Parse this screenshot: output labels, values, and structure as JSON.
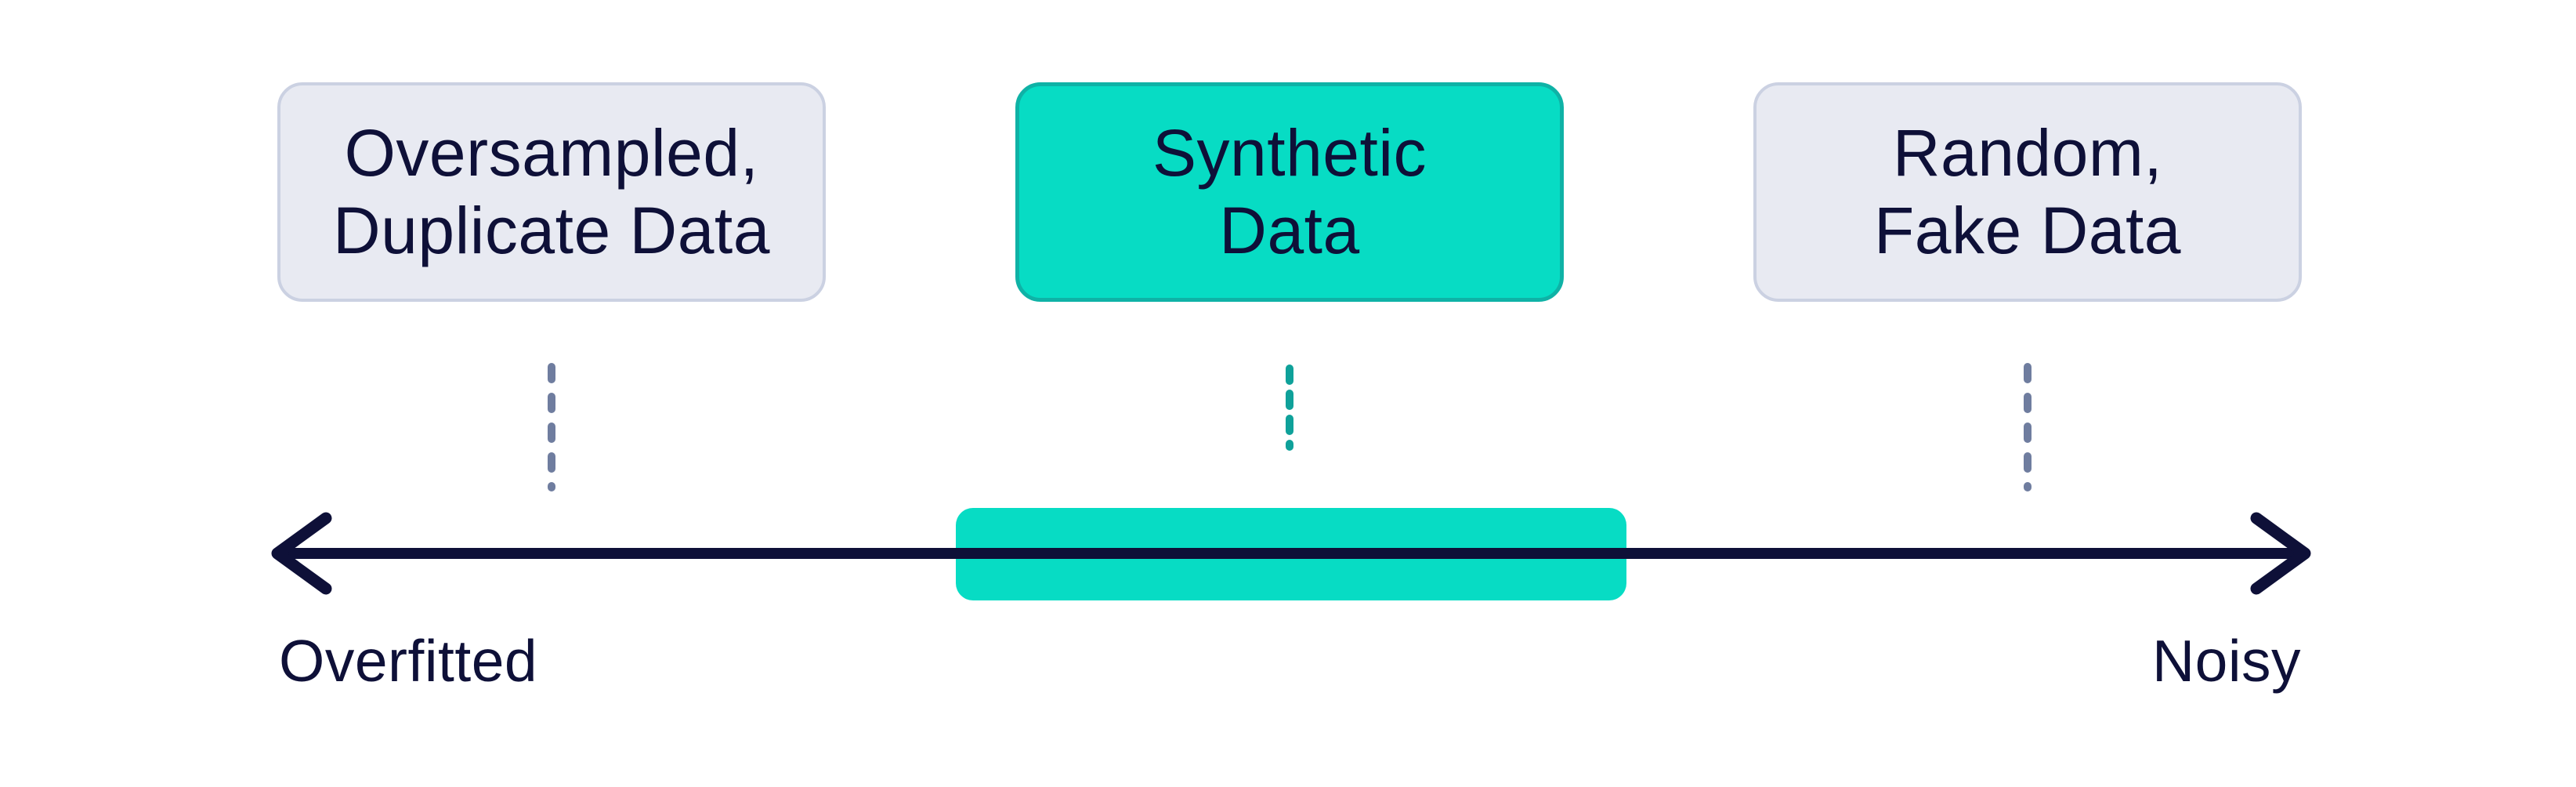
{
  "diagram": {
    "boxes": [
      {
        "id": "oversampled-duplicate-data",
        "line1": "Oversampled,",
        "line2": "Duplicate Data",
        "style": "muted"
      },
      {
        "id": "synthetic-data",
        "line1": "Synthetic",
        "line2": "Data",
        "style": "accent"
      },
      {
        "id": "random-fake-data",
        "line1": "Random,",
        "line2": "Fake Data",
        "style": "muted"
      }
    ],
    "axis": {
      "left_label": "Overfitted",
      "right_label": "Noisy"
    },
    "highlight_band": {
      "meaning": "sweet-spot range around Synthetic Data on the spectrum"
    }
  },
  "colors": {
    "accent": "#07DCC4",
    "accent-border": "#0FB2A6",
    "accent-dash": "#0FA19A",
    "muted-fill": "#E8EAF2",
    "muted-border": "#CBD1E2",
    "muted-dash": "#6F7D9F",
    "ink": "#0E1038",
    "background": "#FFFFFF"
  }
}
